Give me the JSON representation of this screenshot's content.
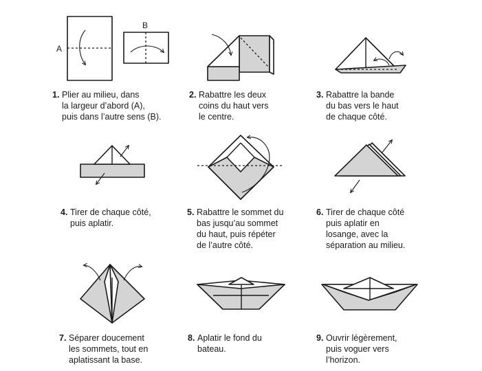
{
  "labels": {
    "fold_a": "A",
    "fold_b": "B"
  },
  "steps": [
    {
      "number": "1.",
      "lines": [
        "Plier au milieu, dans",
        "la largeur d’abord (A),",
        "puis dans l’autre sens (B)."
      ]
    },
    {
      "number": "2.",
      "lines": [
        "Rabattre les deux",
        "coins du haut vers",
        "le centre."
      ]
    },
    {
      "number": "3.",
      "lines": [
        "Rabattre la bande",
        "du bas vers le haut",
        "de chaque côté."
      ]
    },
    {
      "number": "4.",
      "lines": [
        "Tirer de chaque côté,",
        "puis aplatir."
      ]
    },
    {
      "number": "5.",
      "lines": [
        "Rabattre le sommet du",
        "bas jusqu’au sommet",
        "du haut, puis répéter",
        "de l’autre côté."
      ]
    },
    {
      "number": "6.",
      "lines": [
        "Tirer de chaque côté",
        "puis aplatir en",
        "losange, avec la",
        "séparation au milieu."
      ]
    },
    {
      "number": "7.",
      "lines": [
        "Séparer doucement",
        "les sommets, tout en",
        "aplatissant la base."
      ]
    },
    {
      "number": "8.",
      "lines": [
        "Aplatir le fond du",
        "bateau."
      ]
    },
    {
      "number": "9.",
      "lines": [
        "Ouvrir légèrement,",
        "puis voguer vers",
        "l’horizon."
      ]
    }
  ],
  "colors": {
    "ink": "#1a1a1a",
    "paper": "#ffffff",
    "fill_grey": "#d4d4d4"
  }
}
